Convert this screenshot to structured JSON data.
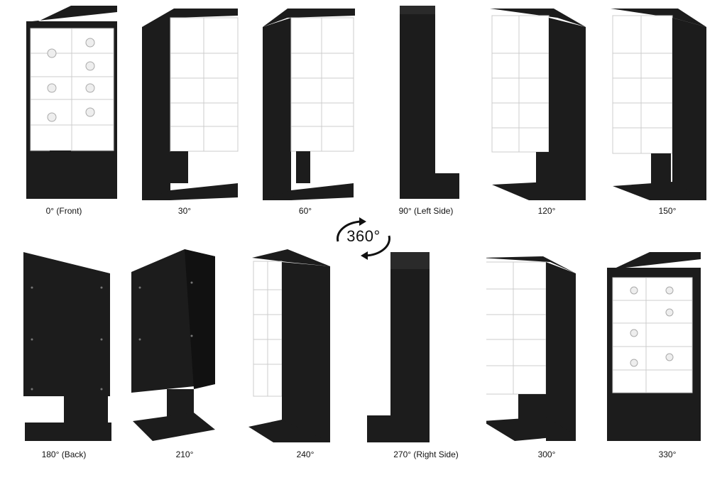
{
  "badge": {
    "label": "360°"
  },
  "views": [
    {
      "caption": "0° (Front)"
    },
    {
      "caption": "30°"
    },
    {
      "caption": "60°"
    },
    {
      "caption": "90° (Left Side)"
    },
    {
      "caption": "120°"
    },
    {
      "caption": "150°"
    },
    {
      "caption": "180° (Back)"
    },
    {
      "caption": "210°"
    },
    {
      "caption": "240°"
    },
    {
      "caption": "270° (Right Side)"
    },
    {
      "caption": "300°"
    },
    {
      "caption": "330°"
    }
  ],
  "colors": {
    "cabinet": "#1c1c1c",
    "interior": "#ffffff",
    "background": "#ffffff"
  }
}
